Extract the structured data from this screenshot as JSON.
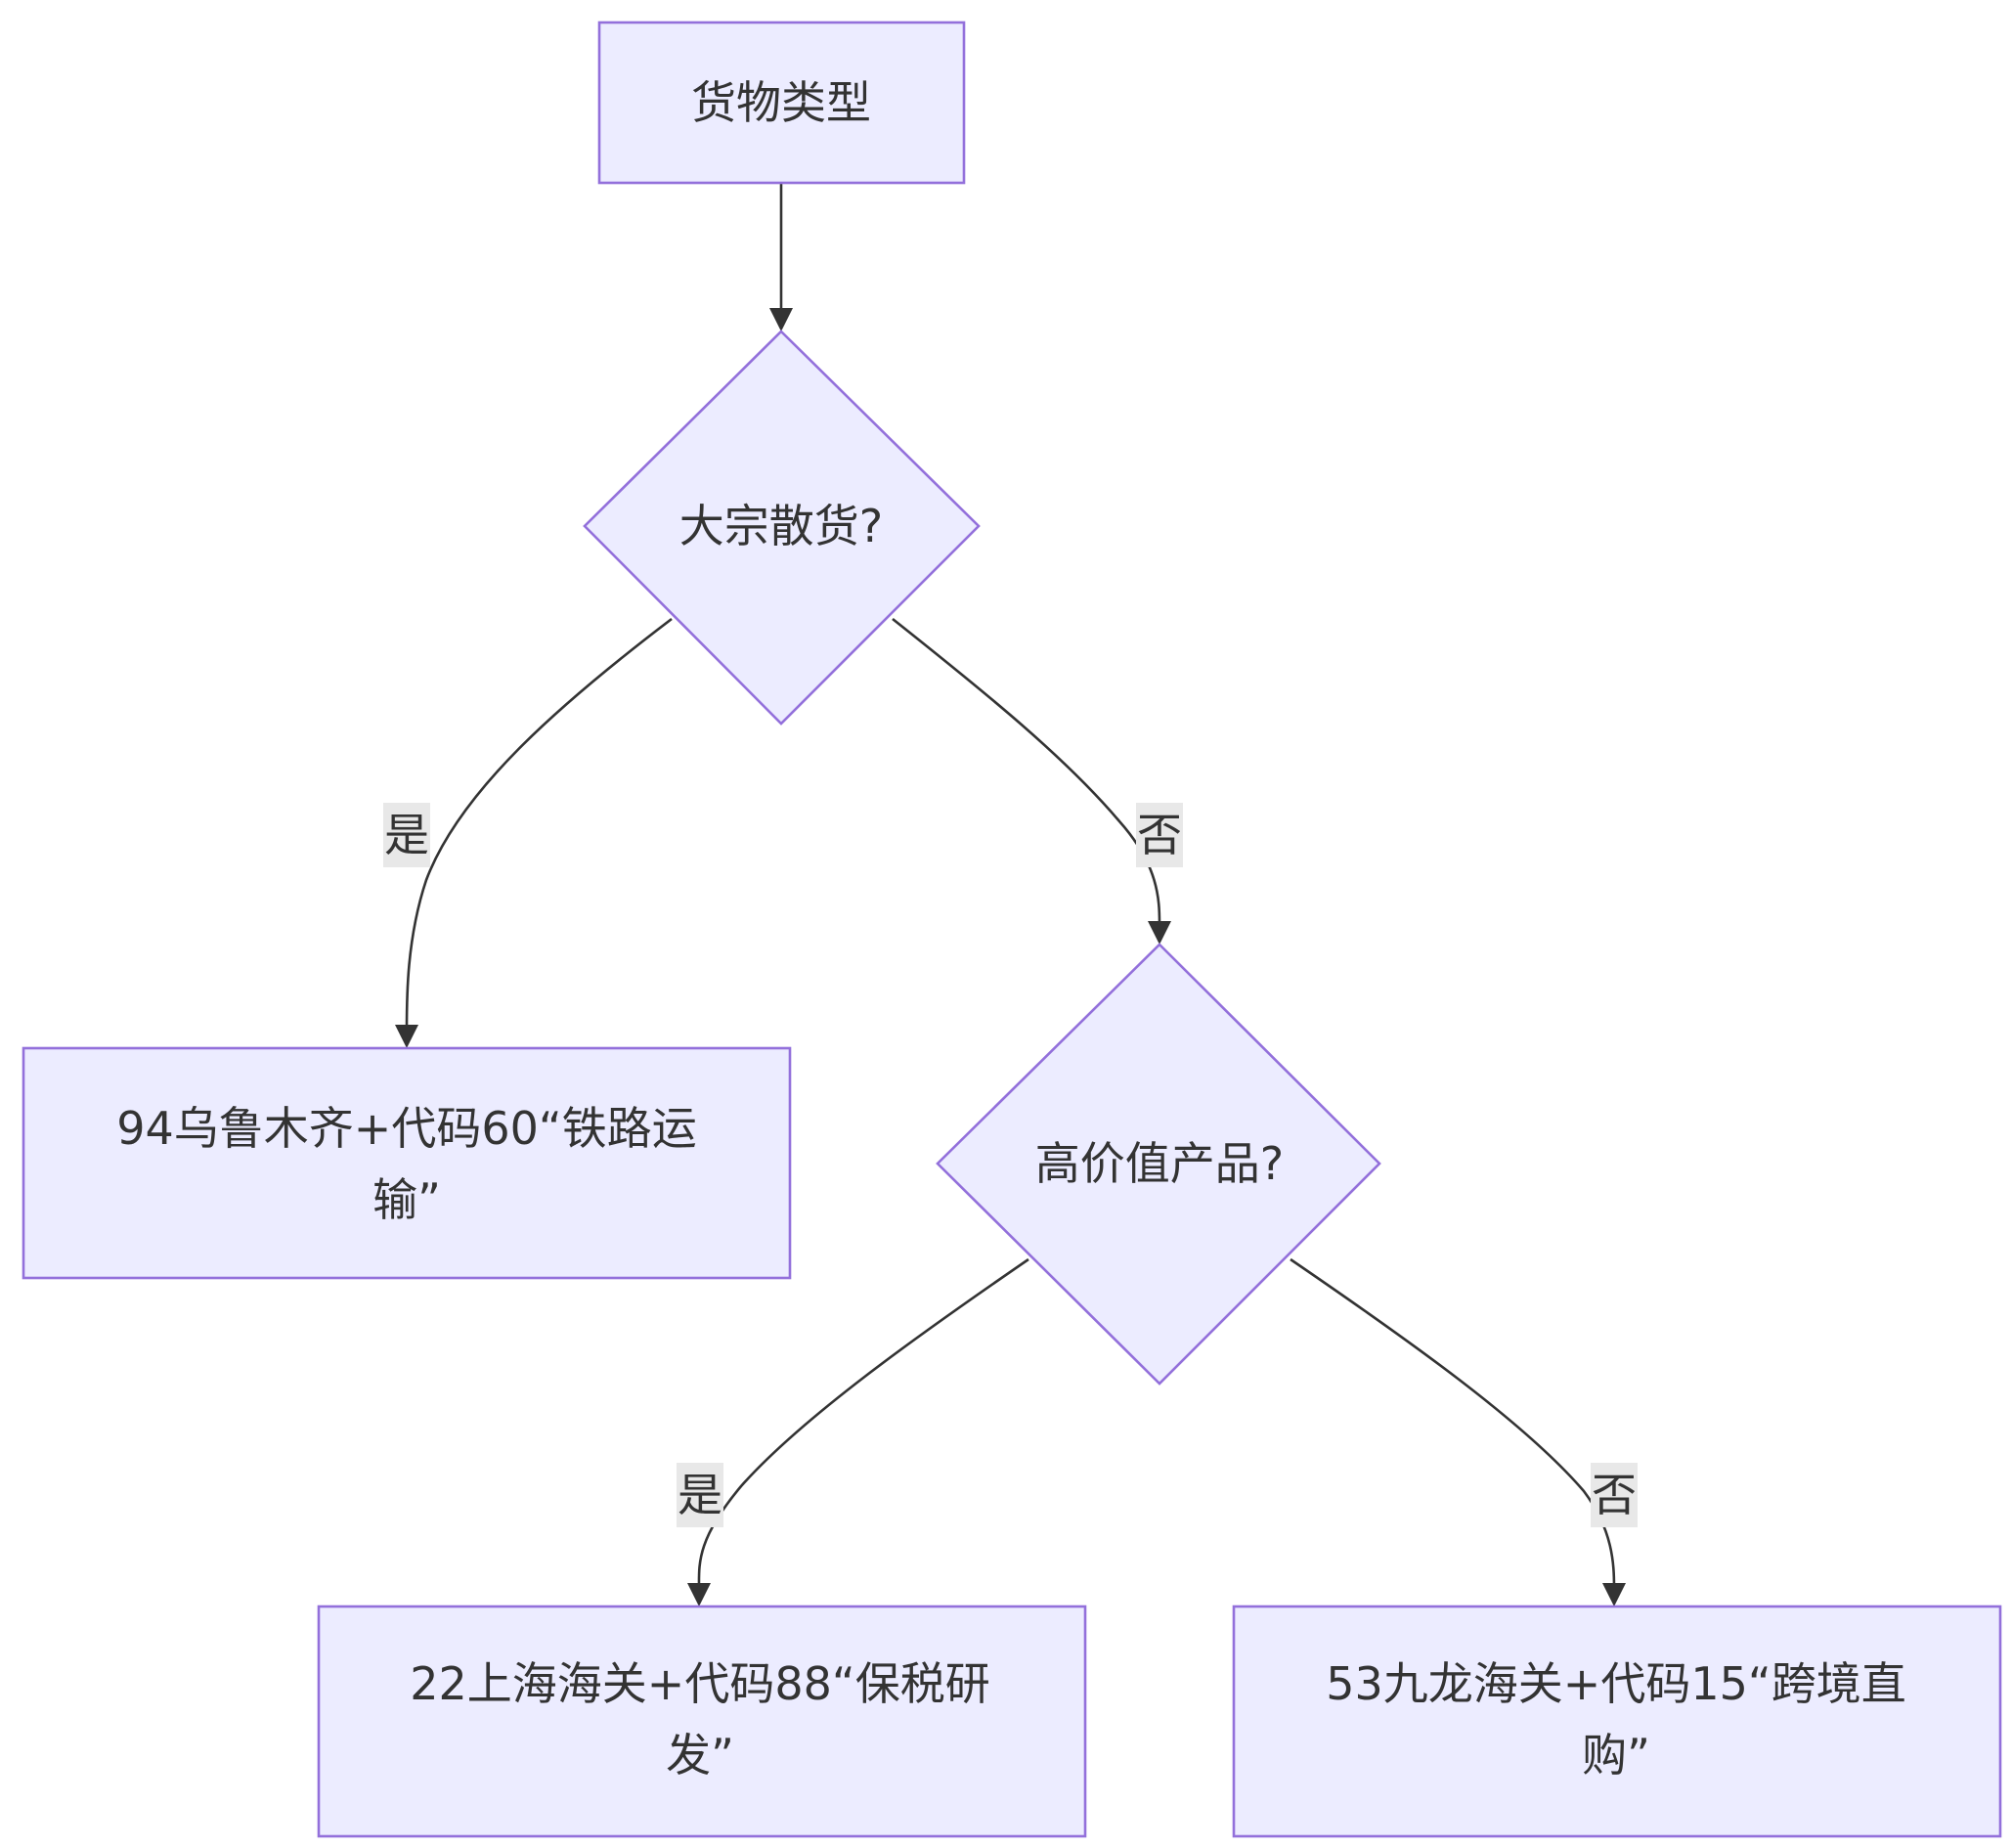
{
  "colors": {
    "node_fill": "#ECECFF",
    "node_stroke": "#9370DB",
    "edge": "#333333",
    "edge_label_bg": "#E8E8E8",
    "text": "#333333"
  },
  "nodes": {
    "cargo_type": {
      "label": "货物类型"
    },
    "bulk_decision": {
      "label": "大宗散货?"
    },
    "high_value_decision": {
      "label": "高价值产品?"
    },
    "urumqi_rail": {
      "label_line1": "94乌鲁木齐+代码60“铁路运",
      "label_line2": "输”"
    },
    "shanghai_bonded": {
      "label_line1": "22上海海关+代码88“保税研",
      "label_line2": "发”"
    },
    "kowloon_crossborder": {
      "label_line1": "53九龙海关+代码15“跨境直",
      "label_line2": "购”"
    }
  },
  "edges": {
    "bulk_yes": {
      "label": "是"
    },
    "bulk_no": {
      "label": "否"
    },
    "value_yes": {
      "label": "是"
    },
    "value_no": {
      "label": "否"
    }
  }
}
